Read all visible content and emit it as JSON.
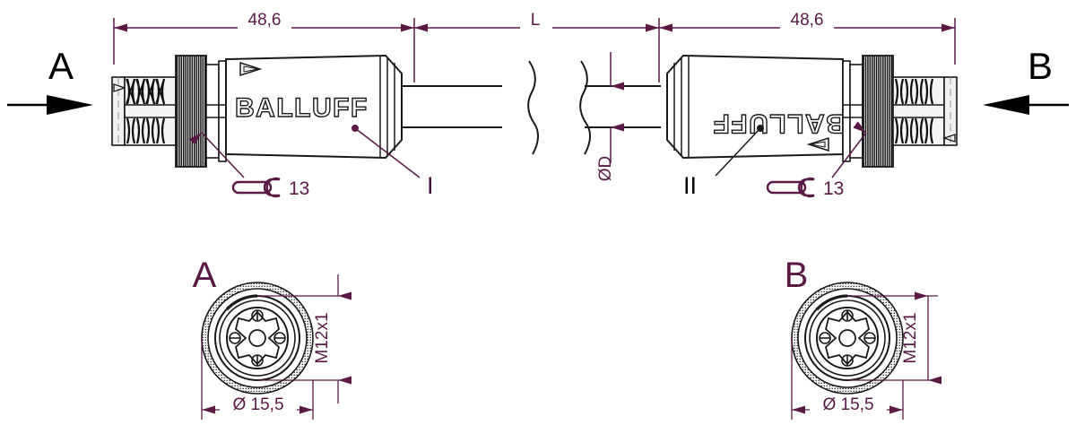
{
  "drawing": {
    "title": "M12 double-ended cordset dimensional drawing",
    "brand": "BALLUFF",
    "colors": {
      "dimension": "#5b1a46",
      "outline": "#1a1a1a",
      "fill": "#ffffff"
    }
  },
  "top_view": {
    "left_length": "48,6",
    "cable_length": "L",
    "right_length": "48,6",
    "cable_diameter": "ØD",
    "section_arrow_left": "A",
    "section_arrow_right": "B",
    "connector_left_label": "I",
    "connector_right_label": "II",
    "wrench_left": "13",
    "wrench_right": "13",
    "logo_left": "BALLUFF",
    "logo_right": "BALLUFF"
  },
  "view_a": {
    "letter": "A",
    "diameter": "Ø 15,5",
    "thread": "M12x1",
    "pin_count": 4
  },
  "view_b": {
    "letter": "B",
    "diameter": "Ø 15,5",
    "thread": "M12x1",
    "pin_count": 4
  }
}
